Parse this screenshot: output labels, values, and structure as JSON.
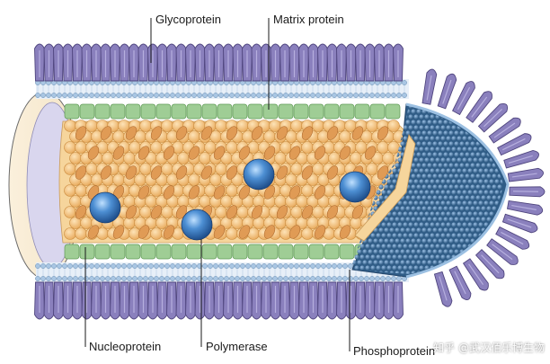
{
  "labels": {
    "glycoprotein": "Glycoprotein",
    "matrix_protein": "Matrix protein",
    "nucleoprotein": "Nucleoprotein",
    "polymerase": "Polymerase",
    "phosphoprotein": "Phosphoprotein"
  },
  "watermark": "知乎 @武汉佰乐博生物",
  "colors": {
    "glycoprotein": "#8a80bd",
    "glycoprotein_dark": "#4f457e",
    "membrane": "#a9c6e3",
    "matrix": "#9fcd95",
    "nucleoprotein": "#f4c47f",
    "rna_beads": "#e09b55",
    "polymerase": "#3e7fc4",
    "phosphoprotein": "#35648f",
    "lumen": "#fbf0dc",
    "lumen_shadow": "#d7d5ec"
  }
}
